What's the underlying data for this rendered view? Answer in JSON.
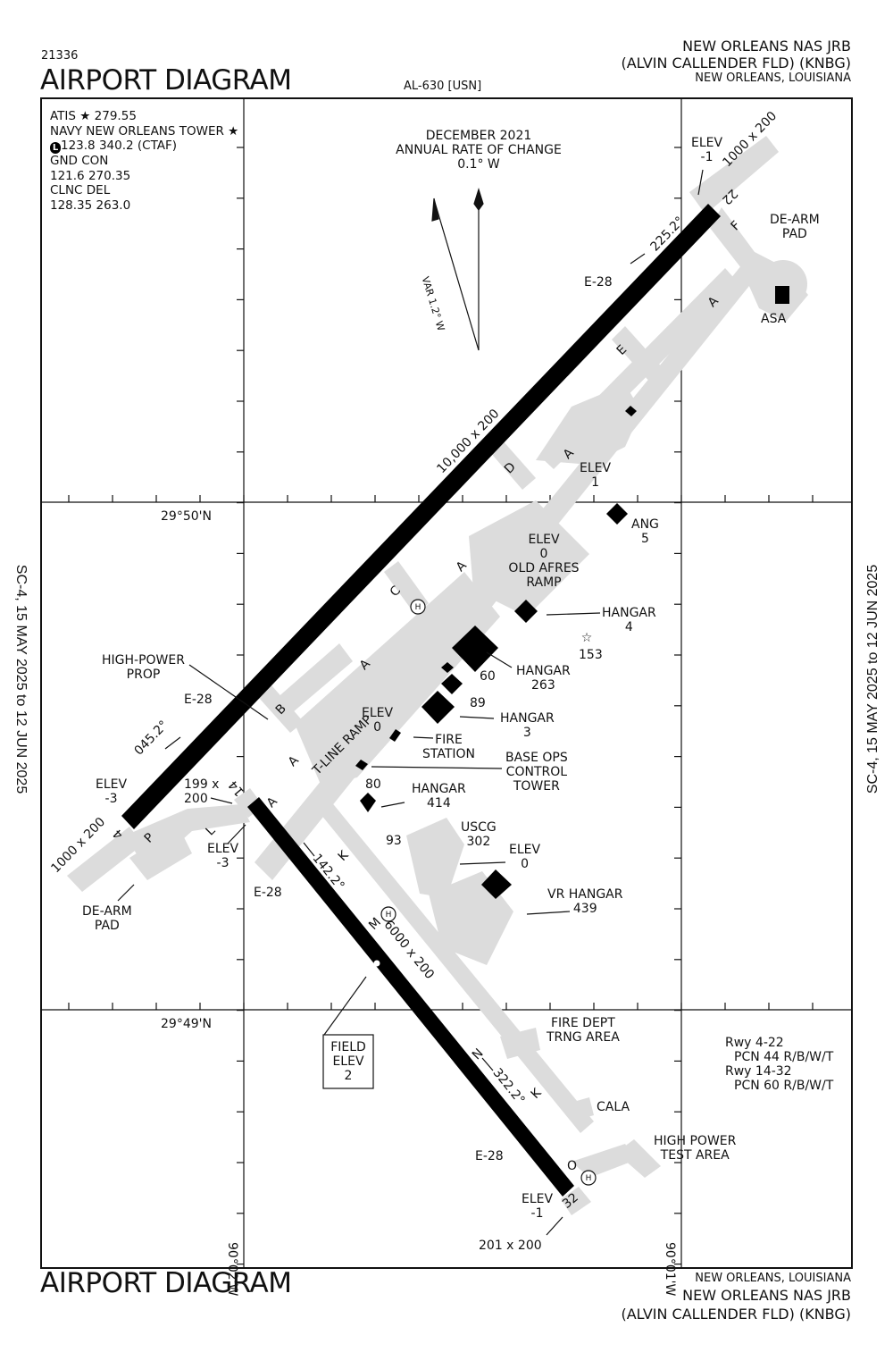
{
  "header": {
    "doc_number": "21336",
    "title": "AIRPORT DIAGRAM",
    "chart_code": "AL-630 [USN]",
    "airport_name": "NEW ORLEANS NAS JRB",
    "airport_subname": "(ALVIN CALLENDER FLD)   (KNBG)",
    "city_state": "NEW ORLEANS, LOUISIANA"
  },
  "footer": {
    "title": "AIRPORT DIAGRAM",
    "city_state": "NEW ORLEANS, LOUISIANA",
    "airport_name": "NEW ORLEANS NAS JRB",
    "airport_subname": "(ALVIN CALLENDER FLD) (KNBG)"
  },
  "side_margin": {
    "left": "SC-4,  15 MAY 2025  to  12 JUN 2025",
    "right": "SC-4,  15 MAY 2025  to  12 JUN 2025"
  },
  "frequencies": {
    "atis": "ATIS ★ 279.55",
    "tower_name": "NAVY NEW ORLEANS TOWER ★",
    "tower_badge": "L",
    "tower_freqs": "123.8  340.2 (CTAF)",
    "gnd_label": "GND CON",
    "gnd_freqs": "121.6  270.35",
    "clnc_label": "CLNC DEL",
    "clnc_freqs": "128.35  263.0"
  },
  "magnetic": {
    "date": "DECEMBER 2021",
    "rate_label": "ANNUAL RATE OF CHANGE",
    "rate": "0.1° W",
    "variation": "VAR 1.2° W"
  },
  "coordinates": {
    "lat_upper": "29°50'N",
    "lat_lower": "29°49'N",
    "lon_left": "90°02'W",
    "lon_right": "90°01'W"
  },
  "runways": {
    "rwy_4_22": {
      "dimensions": "10,000 x 200",
      "end_4": "4",
      "end_22": "22",
      "heading_ne": "045.2°",
      "heading_sw": "225.2°",
      "overrun_ne": "1000 x 200",
      "overrun_sw": "1000 x 200",
      "elev_4": [
        "ELEV",
        "-3"
      ],
      "elev_22": [
        "ELEV",
        "-1"
      ],
      "arresting_gear": "E-28"
    },
    "rwy_14_32": {
      "dimensions": "6000 x 200",
      "end_14": "14",
      "end_32": "32",
      "heading_se": "142.2°",
      "heading_nw": "322.2°",
      "overrun_14": [
        "199 x",
        "200"
      ],
      "overrun_32": "201 x 200",
      "elev_14": [
        "ELEV",
        "-3"
      ],
      "elev_32": [
        "ELEV",
        "-1"
      ],
      "arresting_gear": "E-28"
    }
  },
  "taxiways": [
    "A",
    "B",
    "C",
    "D",
    "E",
    "F",
    "K",
    "L",
    "M",
    "N",
    "O",
    "P"
  ],
  "labels": {
    "high_power_prop": [
      "HIGH-POWER",
      "PROP"
    ],
    "dearm_pad_ne": [
      "DE-ARM",
      "PAD"
    ],
    "dearm_pad_sw": [
      "DE-ARM",
      "PAD"
    ],
    "asa": "ASA",
    "elev_1": [
      "ELEV",
      "1"
    ],
    "ang": [
      "ANG",
      "5"
    ],
    "old_afres": [
      "ELEV",
      "0",
      "OLD AFRES",
      "RAMP"
    ],
    "hangar_4": [
      "HANGAR",
      "4"
    ],
    "beacon_num": "153",
    "hangar_263": [
      "HANGAR",
      "263"
    ],
    "bldg_60": "60",
    "bldg_89": "89",
    "hangar_3": [
      "HANGAR",
      "3"
    ],
    "tline_ramp": "T-LINE RAMP",
    "tline_elev": [
      "ELEV",
      "0"
    ],
    "fire_station": [
      "FIRE",
      "STATION"
    ],
    "base_ops": [
      "BASE OPS",
      "CONTROL",
      "TOWER"
    ],
    "bldg_80": "80",
    "hangar_414": [
      "HANGAR",
      "414"
    ],
    "bldg_93": "93",
    "uscg": [
      "USCG",
      "302"
    ],
    "uscg_elev": [
      "ELEV",
      "0"
    ],
    "vr_hangar": [
      "VR HANGAR",
      "439"
    ],
    "field_elev": [
      "FIELD",
      "ELEV",
      "2"
    ],
    "fire_dept": [
      "FIRE DEPT",
      "TRNG AREA"
    ],
    "cala": "CALA",
    "high_power_test": [
      "HIGH POWER",
      "TEST AREA"
    ],
    "helipad": "H"
  },
  "pcn": {
    "rwy_a": "Rwy 4-22",
    "pcn_a": "PCN 44 R/B/W/T",
    "rwy_b": "Rwy 14-32",
    "pcn_b": "PCN 60 R/B/W/T"
  },
  "colors": {
    "pavement": "#dcdcdc",
    "runway": "#000000",
    "ink": "#111111"
  }
}
